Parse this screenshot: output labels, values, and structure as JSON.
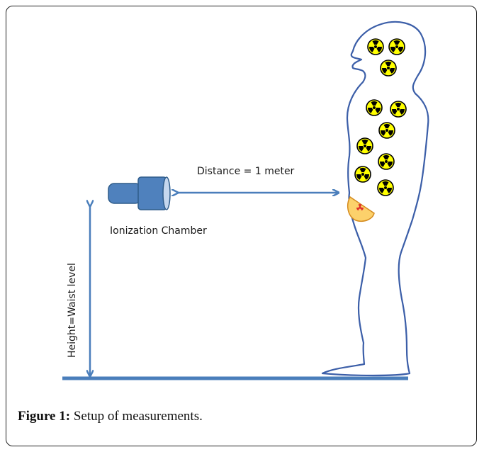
{
  "labels": {
    "distance": "Distance = 1 meter",
    "detector": "Ionization Chamber",
    "height": "Height=Waist level"
  },
  "caption": {
    "label": "Figure 1:",
    "text": "Setup of measurements."
  },
  "colors": {
    "arrow": "#4a7ebb",
    "floor": "#4a7ebb",
    "chamber_fill": "#4f81bd",
    "chamber_stroke": "#2e5c8a",
    "body_outline": "#3b5ea8",
    "hazard_fill": "#ffff00",
    "hazard_blades": "#000000",
    "hotspot_fill": "#fcd16b",
    "hotspot_blades": "#e0302a"
  },
  "icons": [
    "ionization-chamber-icon",
    "radiation-trefoil-icon",
    "human-silhouette"
  ]
}
